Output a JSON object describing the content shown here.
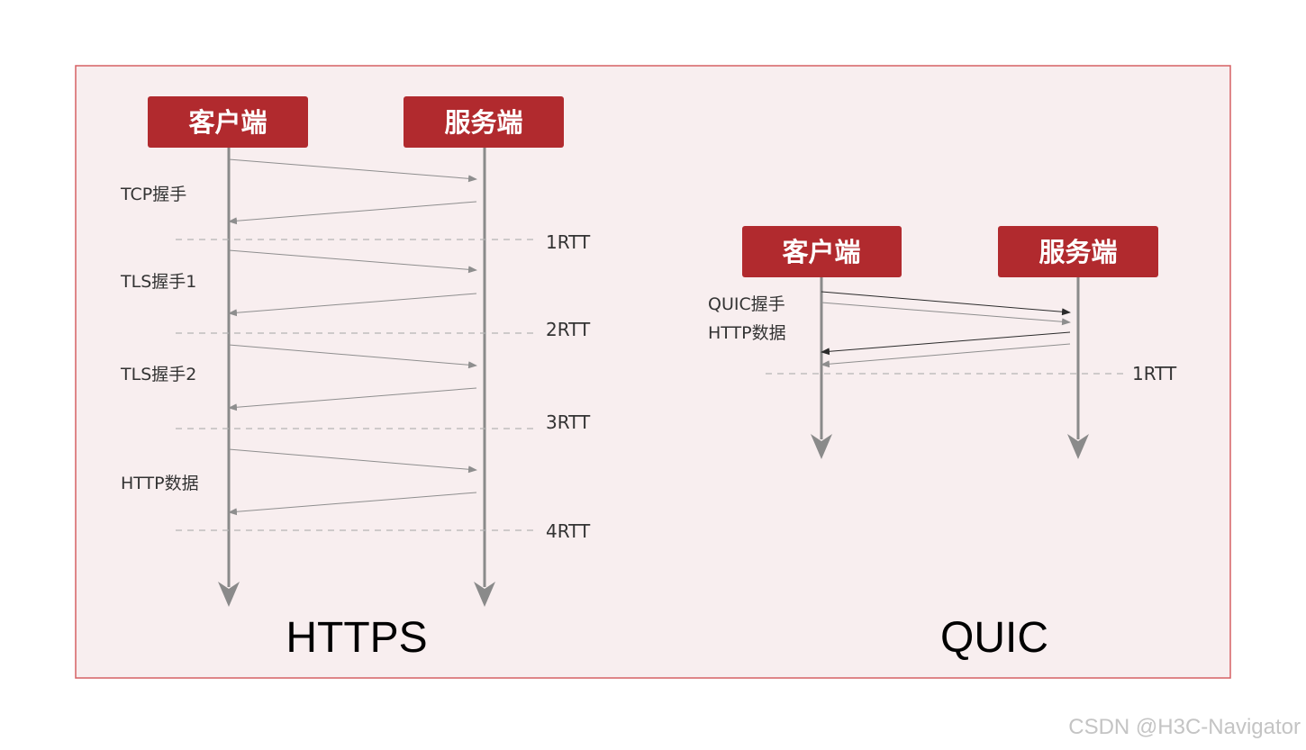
{
  "colors": {
    "panel_fill": "#f8eeef",
    "panel_border": "#d66064",
    "box_fill": "#b12a2e",
    "lifeline": "#8a8a8a",
    "arrow_gray": "#8e8e8e",
    "arrow_dark": "#2b2b2b",
    "dashed": "#b5b5b5"
  },
  "https": {
    "title": "HTTPS",
    "client_label": "客户端",
    "server_label": "服务端",
    "phases": [
      {
        "label": "TCP握手",
        "rtt": "1RTT"
      },
      {
        "label": "TLS握手1",
        "rtt": "2RTT"
      },
      {
        "label": "TLS握手2",
        "rtt": "3RTT"
      },
      {
        "label": "HTTP数据",
        "rtt": "4RTT"
      }
    ]
  },
  "quic": {
    "title": "QUIC",
    "client_label": "客户端",
    "server_label": "服务端",
    "phase_labels": [
      "QUIC握手",
      "HTTP数据"
    ],
    "rtt": "1RTT"
  },
  "watermark": "CSDN @H3C-Navigator"
}
